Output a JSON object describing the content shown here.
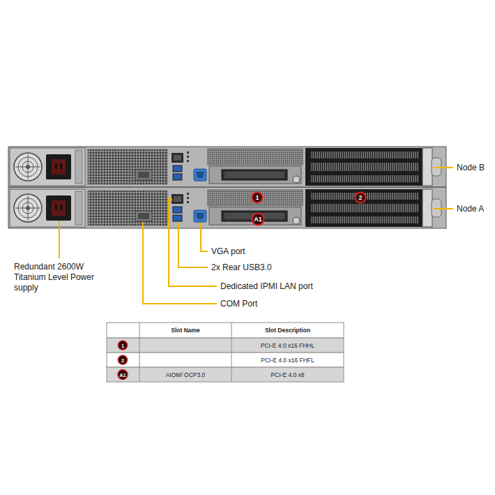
{
  "diagram": {
    "labels": [
      "Node B",
      "Node A",
      "1",
      "2",
      "A1",
      "Redundant 2600W Titanium Level Power supply",
      "VGA port",
      "2x Rear USB3.0",
      "Dedicated IPMI LAN port",
      "COM Port",
      "Slot Name",
      "Slot Description",
      "1",
      "PCI-E 4.0 x16 FHHL",
      "2",
      "PCI-E 4.0 x16 FHFL",
      "A1",
      "AIOM/ OCP3.0",
      "PCI-E 4.0 x8"
    ]
  }
}
